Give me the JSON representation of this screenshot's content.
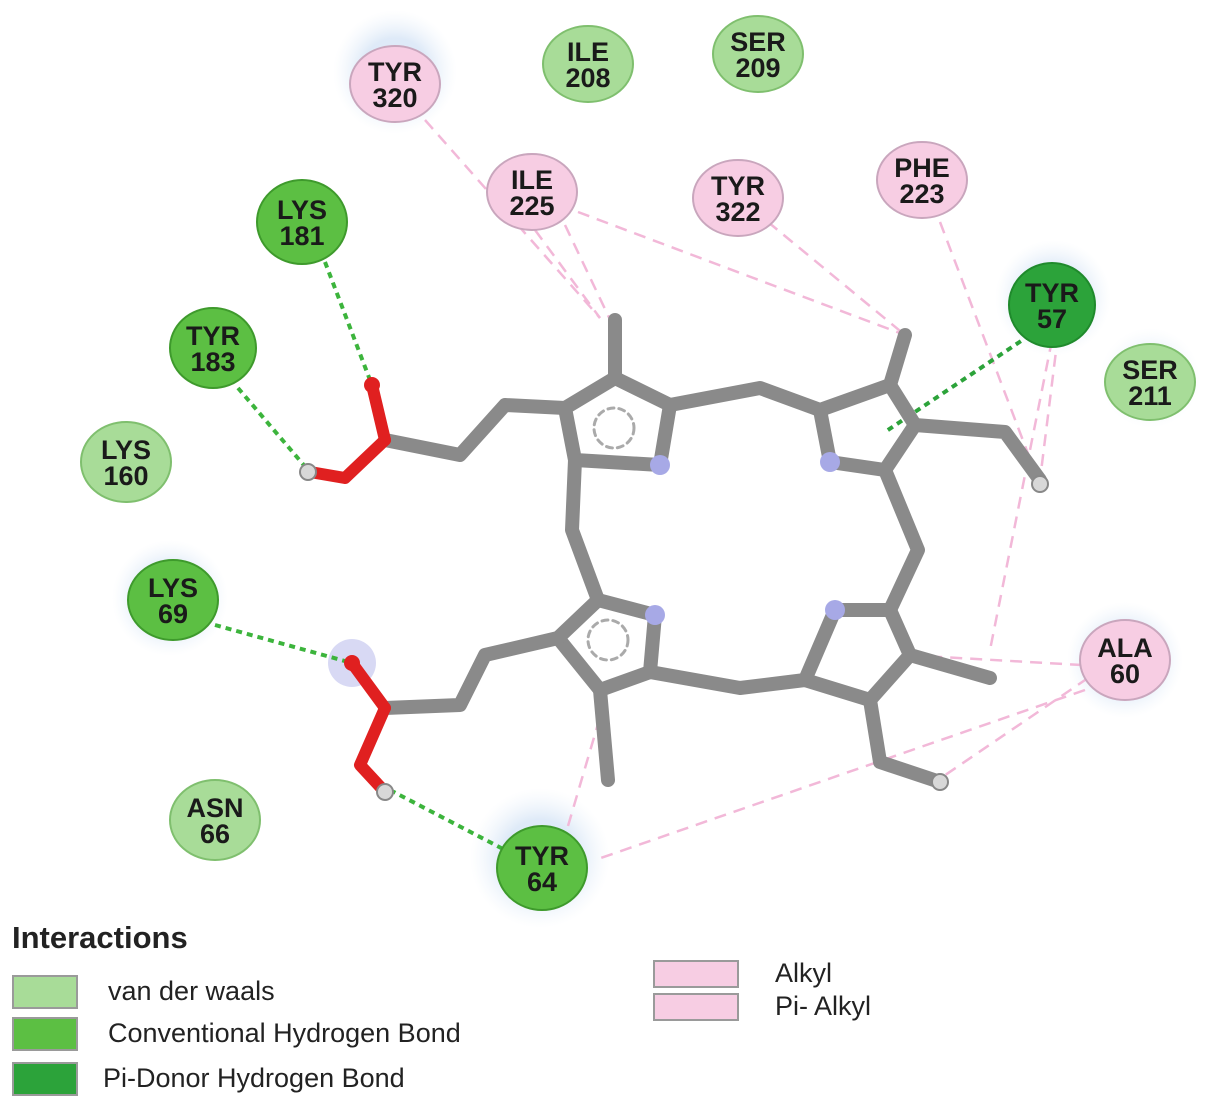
{
  "colors": {
    "van_der_waals": "#a8dc98",
    "conventional_h_bond": "#5cbf43",
    "pi_donor_h_bond": "#2ca33a",
    "alkyl": "#f7cde3",
    "pi_alkyl": "#f7cde3",
    "carbon": "#8a8a8a",
    "nitrogen": "#a7a9e6",
    "oxygen": "#e02020",
    "h_bond_line": "#3cb43c",
    "alkyl_line": "#f2b8d8"
  },
  "residues": [
    {
      "id": "tyr320",
      "name": "TYR",
      "num": "320",
      "type": "alkyl"
    },
    {
      "id": "ile208",
      "name": "ILE",
      "num": "208",
      "type": "van_der_waals"
    },
    {
      "id": "ser209",
      "name": "SER",
      "num": "209",
      "type": "van_der_waals"
    },
    {
      "id": "ile225",
      "name": "ILE",
      "num": "225",
      "type": "alkyl"
    },
    {
      "id": "tyr322",
      "name": "TYR",
      "num": "322",
      "type": "alkyl"
    },
    {
      "id": "phe223",
      "name": "PHE",
      "num": "223",
      "type": "alkyl"
    },
    {
      "id": "lys181",
      "name": "LYS",
      "num": "181",
      "type": "conventional_h_bond"
    },
    {
      "id": "tyr183",
      "name": "TYR",
      "num": "183",
      "type": "conventional_h_bond"
    },
    {
      "id": "tyr57",
      "name": "TYR",
      "num": "57",
      "type": "pi_donor_h_bond"
    },
    {
      "id": "ser211",
      "name": "SER",
      "num": "211",
      "type": "van_der_waals"
    },
    {
      "id": "lys160",
      "name": "LYS",
      "num": "160",
      "type": "van_der_waals"
    },
    {
      "id": "lys69",
      "name": "LYS",
      "num": "69",
      "type": "conventional_h_bond"
    },
    {
      "id": "ala60",
      "name": "ALA",
      "num": "60",
      "type": "alkyl"
    },
    {
      "id": "asn66",
      "name": "ASN",
      "num": "66",
      "type": "van_der_waals"
    },
    {
      "id": "tyr64",
      "name": "TYR",
      "num": "64",
      "type": "conventional_h_bond"
    }
  ],
  "legend": {
    "title": "Interactions",
    "items": [
      {
        "label": "van der waals",
        "type": "van_der_waals"
      },
      {
        "label": "Conventional Hydrogen Bond",
        "type": "conventional_h_bond"
      },
      {
        "label": "Pi-Donor Hydrogen Bond",
        "type": "pi_donor_h_bond"
      },
      {
        "label": "Alkyl",
        "type": "alkyl"
      },
      {
        "label": "Pi- Alkyl",
        "type": "pi_alkyl"
      }
    ]
  }
}
